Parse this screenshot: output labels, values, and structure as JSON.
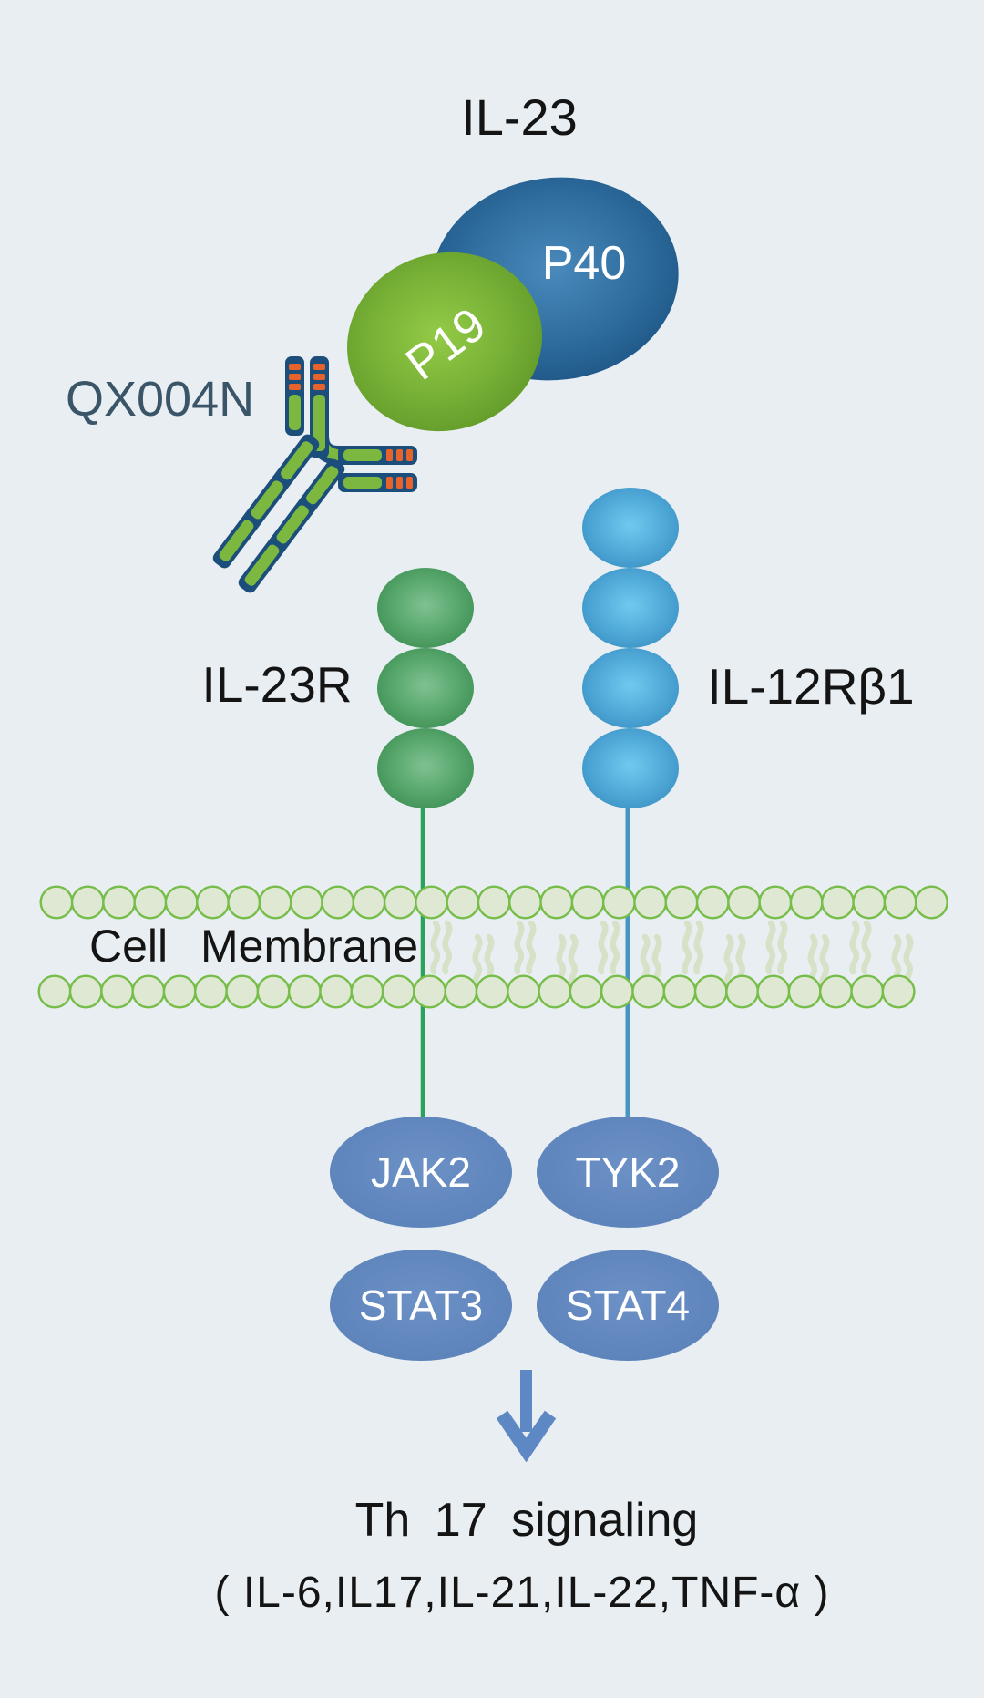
{
  "labels": {
    "title": "IL-23",
    "p40": "P40",
    "p19": "P19",
    "antibody": "QX004N",
    "receptor_left": "IL-23R",
    "receptor_right": "IL-12Rβ1",
    "membrane": "Cell Membrane",
    "kinase_left": "JAK2",
    "kinase_right": "TYK2",
    "stat_left": "STAT3",
    "stat_right": "STAT4",
    "signal_line1": "Th 17 signaling",
    "signal_line2": "( IL-6,IL17,IL-21,IL-22,TNF-α )"
  },
  "colors": {
    "background": "#e8eef1",
    "p40_blue_edge": "#1a5080",
    "p40_blue_center": "#4a89bb",
    "p19_green_edge": "#5d9526",
    "p19_green_center": "#93ca46",
    "receptor_green_edge": "#3c8e52",
    "receptor_green_center": "#7fc192",
    "receptor_blue_edge": "#3a90c2",
    "receptor_blue_center": "#6fc9ef",
    "membrane_stroke": "#76bd49",
    "membrane_fill": "#dfe8d3",
    "kinase_blue": "#5d84bd",
    "arrow_blue": "#5e88c4",
    "green_stem_line": "#2aa25c",
    "blue_stem_line": "#4795c2",
    "antibody_navy": "#1c4e7c",
    "antibody_green": "#7cb840",
    "antibody_orange": "#e8632c",
    "antibody_label_color": "#3a5468"
  }
}
